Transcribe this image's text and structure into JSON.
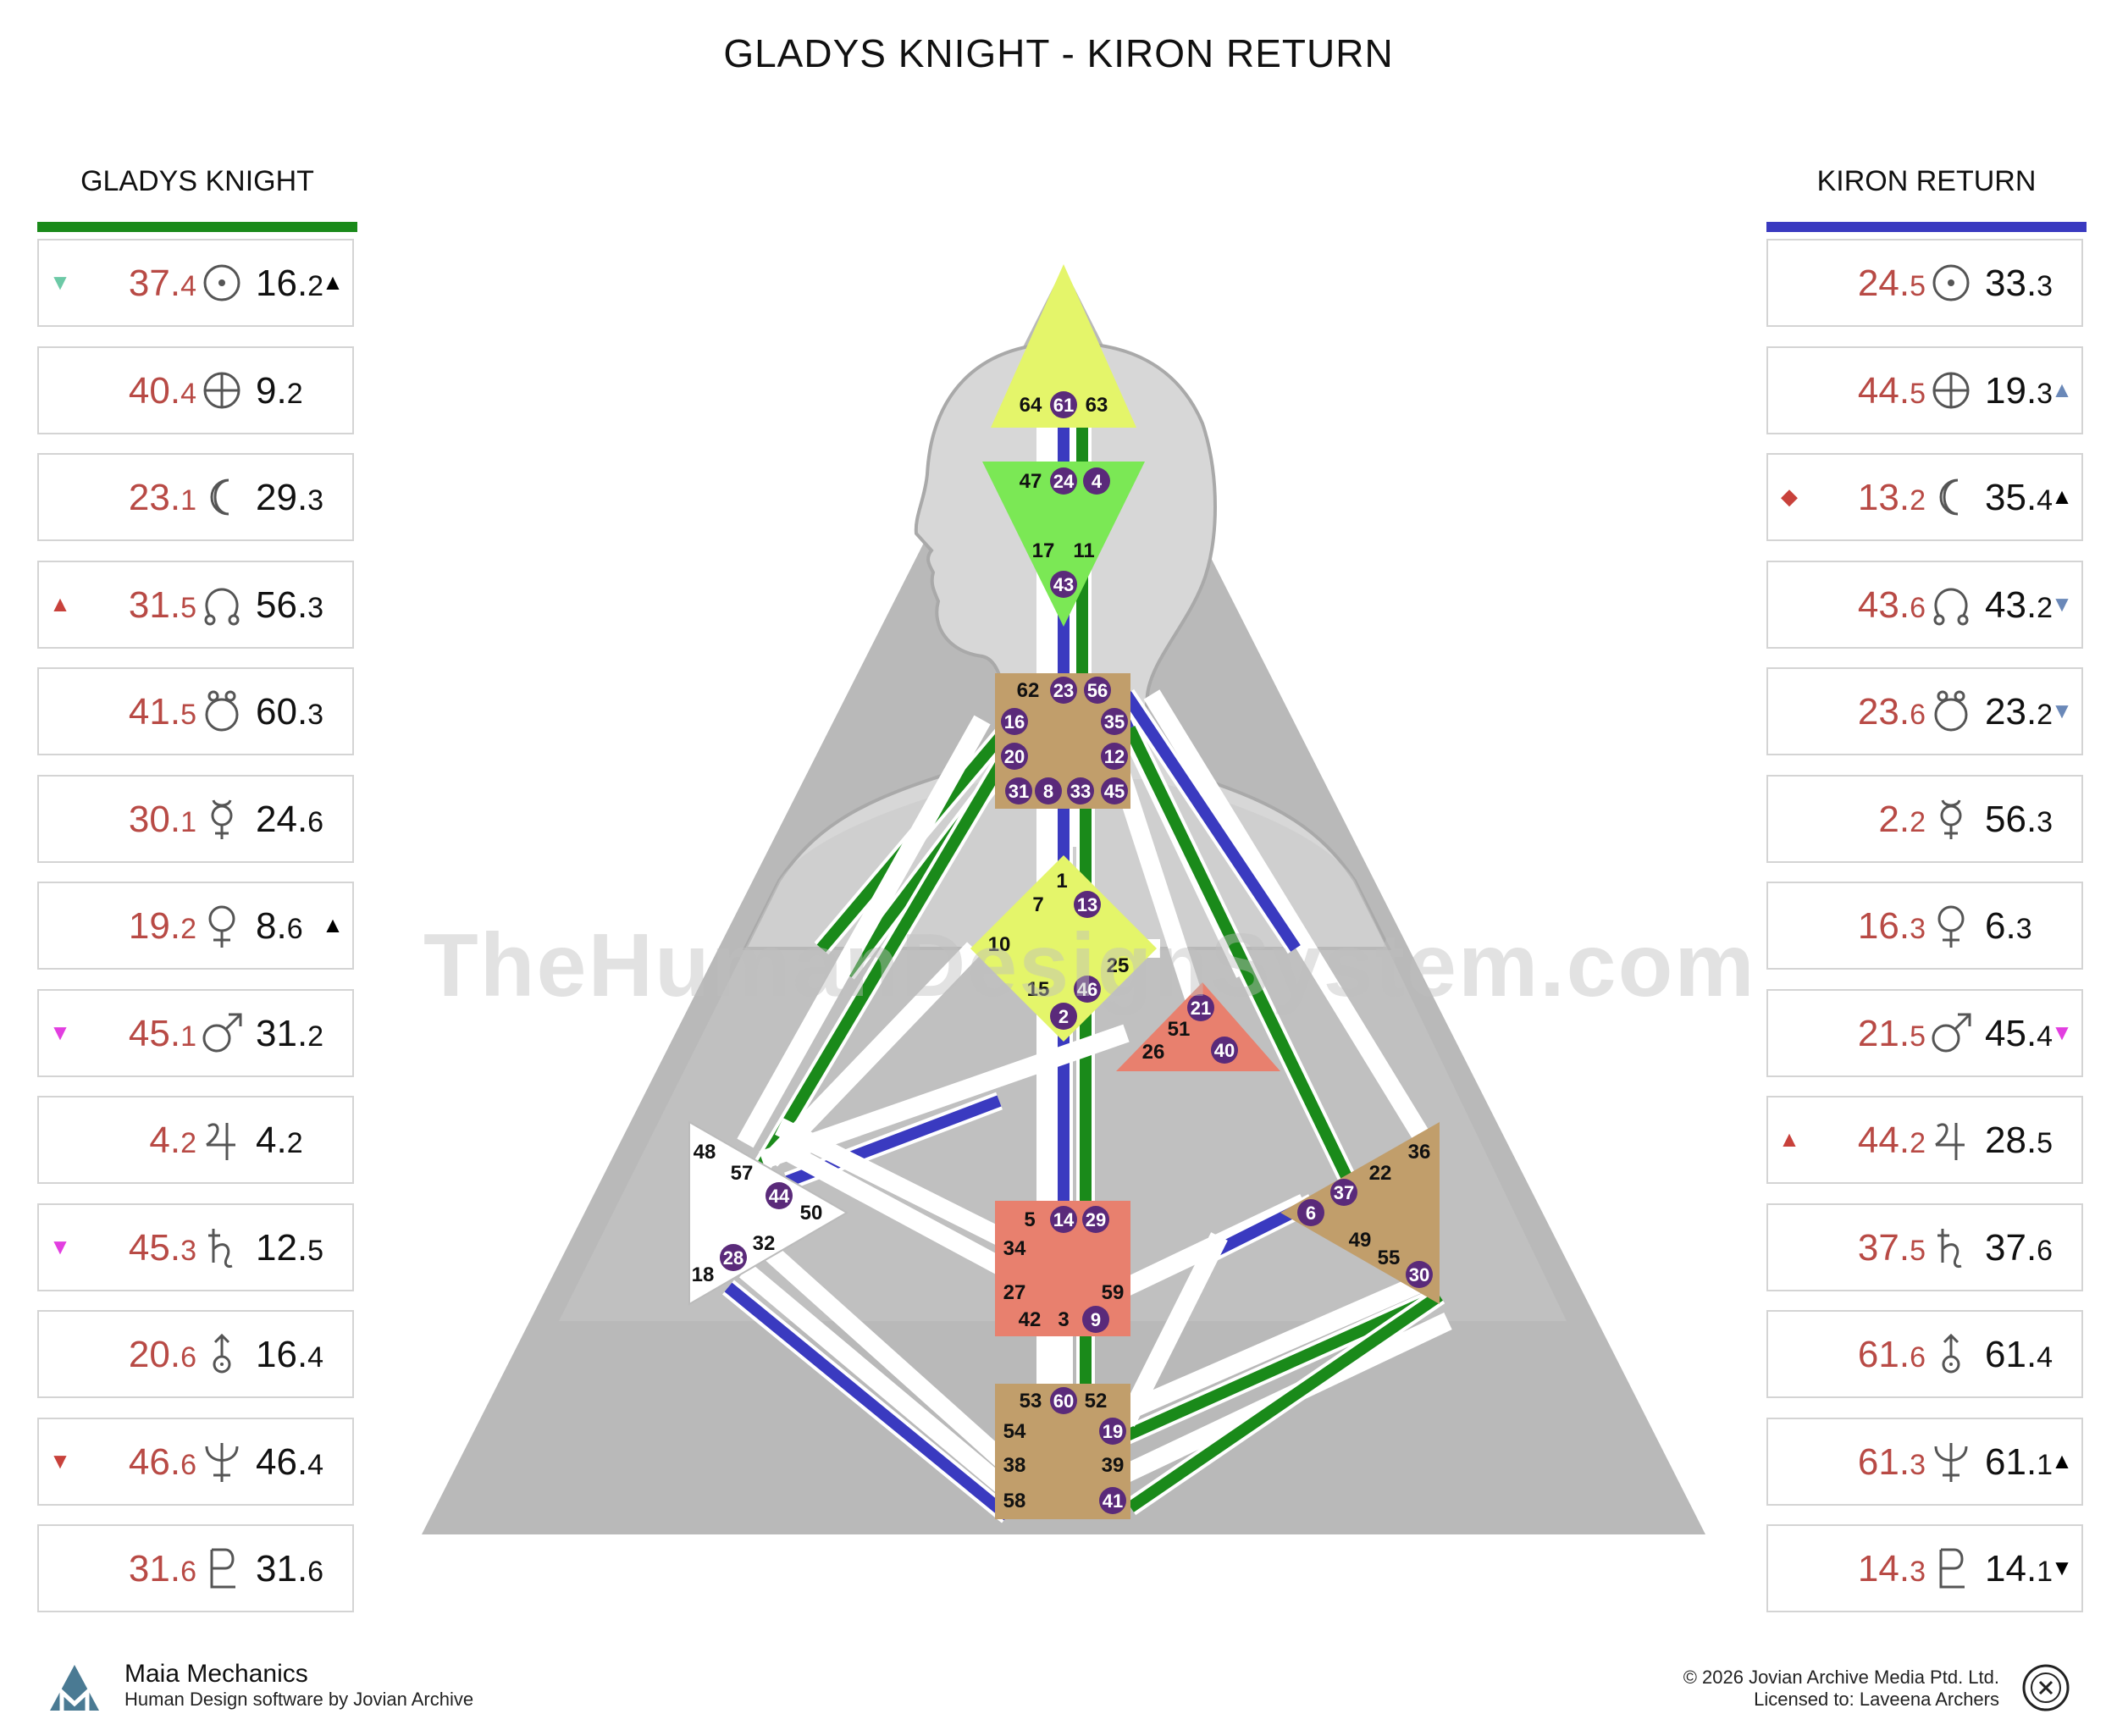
{
  "title": "GLADYS KNIGHT - KIRON RETURN",
  "watermark": "TheHumanDesignSystem.com",
  "left_column": {
    "name": "GLADYS KNIGHT",
    "color": "#1a8a1a",
    "rows": [
      {
        "planet": "sun",
        "left": "37.",
        "left_line": "4",
        "right": "16.",
        "right_line": "2",
        "left_mark": "▼",
        "left_mark_color": "#6cc9a6",
        "right_mark": "▲",
        "right_mark_color": "#000000"
      },
      {
        "planet": "earth",
        "left": "40.",
        "left_line": "4",
        "right": "9.",
        "right_line": "2",
        "left_mark": "",
        "left_mark_color": "",
        "right_mark": "",
        "right_mark_color": ""
      },
      {
        "planet": "moon",
        "left": "23.",
        "left_line": "1",
        "right": "29.",
        "right_line": "3",
        "left_mark": "",
        "left_mark_color": "",
        "right_mark": "",
        "right_mark_color": ""
      },
      {
        "planet": "north-node",
        "left": "31.",
        "left_line": "5",
        "right": "56.",
        "right_line": "3",
        "left_mark": "▲",
        "left_mark_color": "#c8413b",
        "right_mark": "",
        "right_mark_color": ""
      },
      {
        "planet": "south-node",
        "left": "41.",
        "left_line": "5",
        "right": "60.",
        "right_line": "3",
        "left_mark": "",
        "left_mark_color": "",
        "right_mark": "",
        "right_mark_color": ""
      },
      {
        "planet": "mercury",
        "left": "30.",
        "left_line": "1",
        "right": "24.",
        "right_line": "6",
        "left_mark": "",
        "left_mark_color": "",
        "right_mark": "",
        "right_mark_color": ""
      },
      {
        "planet": "venus",
        "left": "19.",
        "left_line": "2",
        "right": "8.",
        "right_line": "6",
        "left_mark": "",
        "left_mark_color": "",
        "right_mark": "▲",
        "right_mark_color": "#000000"
      },
      {
        "planet": "mars",
        "left": "45.",
        "left_line": "1",
        "right": "31.",
        "right_line": "2",
        "left_mark": "▼",
        "left_mark_color": "#e23ee0",
        "right_mark": "",
        "right_mark_color": ""
      },
      {
        "planet": "jupiter",
        "left": "4.",
        "left_line": "2",
        "right": "4.",
        "right_line": "2",
        "left_mark": "",
        "left_mark_color": "",
        "right_mark": "",
        "right_mark_color": ""
      },
      {
        "planet": "saturn",
        "left": "45.",
        "left_line": "3",
        "right": "12.",
        "right_line": "5",
        "left_mark": "▼",
        "left_mark_color": "#e23ee0",
        "right_mark": "",
        "right_mark_color": ""
      },
      {
        "planet": "uranus",
        "left": "20.",
        "left_line": "6",
        "right": "16.",
        "right_line": "4",
        "left_mark": "",
        "left_mark_color": "",
        "right_mark": "",
        "right_mark_color": ""
      },
      {
        "planet": "neptune",
        "left": "46.",
        "left_line": "6",
        "right": "46.",
        "right_line": "4",
        "left_mark": "▼",
        "left_mark_color": "#c8413b",
        "right_mark": "",
        "right_mark_color": ""
      },
      {
        "planet": "pluto",
        "left": "31.",
        "left_line": "6",
        "right": "31.",
        "right_line": "6",
        "left_mark": "",
        "left_mark_color": "",
        "right_mark": "",
        "right_mark_color": ""
      }
    ]
  },
  "right_column": {
    "name": "KIRON RETURN",
    "color": "#3a3ac0",
    "rows": [
      {
        "planet": "sun",
        "left": "24.",
        "left_line": "5",
        "right": "33.",
        "right_line": "3",
        "left_mark": "",
        "left_mark_color": "",
        "right_mark": "",
        "right_mark_color": ""
      },
      {
        "planet": "earth",
        "left": "44.",
        "left_line": "5",
        "right": "19.",
        "right_line": "3",
        "left_mark": "",
        "left_mark_color": "",
        "right_mark": "▲",
        "right_mark_color": "#6a88b8"
      },
      {
        "planet": "moon",
        "left": "13.",
        "left_line": "2",
        "right": "35.",
        "right_line": "4",
        "left_mark": "◆",
        "left_mark_color": "#c8413b",
        "right_mark": "▲",
        "right_mark_color": "#000000"
      },
      {
        "planet": "north-node",
        "left": "43.",
        "left_line": "6",
        "right": "43.",
        "right_line": "2",
        "left_mark": "",
        "left_mark_color": "",
        "right_mark": "▼",
        "right_mark_color": "#6a88b8"
      },
      {
        "planet": "south-node",
        "left": "23.",
        "left_line": "6",
        "right": "23.",
        "right_line": "2",
        "left_mark": "",
        "left_mark_color": "",
        "right_mark": "▼",
        "right_mark_color": "#6a88b8"
      },
      {
        "planet": "mercury",
        "left": "2.",
        "left_line": "2",
        "right": "56.",
        "right_line": "3",
        "left_mark": "",
        "left_mark_color": "",
        "right_mark": "",
        "right_mark_color": ""
      },
      {
        "planet": "venus",
        "left": "16.",
        "left_line": "3",
        "right": "6.",
        "right_line": "3",
        "left_mark": "",
        "left_mark_color": "",
        "right_mark": "",
        "right_mark_color": ""
      },
      {
        "planet": "mars",
        "left": "21.",
        "left_line": "5",
        "right": "45.",
        "right_line": "4",
        "left_mark": "",
        "left_mark_color": "",
        "right_mark": "▼",
        "right_mark_color": "#e23ee0"
      },
      {
        "planet": "jupiter",
        "left": "44.",
        "left_line": "2",
        "right": "28.",
        "right_line": "5",
        "left_mark": "▲",
        "left_mark_color": "#c8413b",
        "right_mark": "",
        "right_mark_color": ""
      },
      {
        "planet": "saturn",
        "left": "37.",
        "left_line": "5",
        "right": "37.",
        "right_line": "6",
        "left_mark": "",
        "left_mark_color": "",
        "right_mark": "",
        "right_mark_color": ""
      },
      {
        "planet": "uranus",
        "left": "61.",
        "left_line": "6",
        "right": "61.",
        "right_line": "4",
        "left_mark": "",
        "left_mark_color": "",
        "right_mark": "",
        "right_mark_color": ""
      },
      {
        "planet": "neptune",
        "left": "61.",
        "left_line": "3",
        "right": "61.",
        "right_line": "1",
        "left_mark": "",
        "left_mark_color": "",
        "right_mark": "▲",
        "right_mark_color": "#000000"
      },
      {
        "planet": "pluto",
        "left": "14.",
        "left_line": "3",
        "right": "14.",
        "right_line": "1",
        "left_mark": "",
        "left_mark_color": "",
        "right_mark": "▼",
        "right_mark_color": "#000000"
      }
    ]
  },
  "centers": {
    "head": {
      "gates": [
        "64",
        "61",
        "63"
      ],
      "color": "#e4f56a"
    },
    "ajna": {
      "gates": [
        "47",
        "24",
        "4",
        "17",
        "11",
        "43"
      ],
      "color": "#7be855"
    },
    "throat": {
      "gates": [
        "62",
        "23",
        "56",
        "16",
        "35",
        "20",
        "12",
        "31",
        "8",
        "33",
        "45"
      ],
      "color": "#c19e6b"
    },
    "g": {
      "gates": [
        "1",
        "7",
        "13",
        "10",
        "25",
        "15",
        "46",
        "2"
      ],
      "color": "#e4f56a"
    },
    "ego": {
      "gates": [
        "21",
        "51",
        "26",
        "40"
      ],
      "color": "#e8806e"
    },
    "spleen": {
      "gates": [
        "48",
        "57",
        "44",
        "50",
        "32",
        "28",
        "18"
      ],
      "color": "#ffffff"
    },
    "sacral": {
      "gates": [
        "5",
        "14",
        "29",
        "34",
        "27",
        "59",
        "42",
        "3",
        "9"
      ],
      "color": "#e8806e"
    },
    "solar_plexus": {
      "gates": [
        "36",
        "22",
        "37",
        "6",
        "49",
        "55",
        "30"
      ],
      "color": "#c19e6b"
    },
    "root": {
      "gates": [
        "53",
        "60",
        "52",
        "54",
        "19",
        "38",
        "39",
        "58",
        "41"
      ],
      "color": "#c19e6b"
    }
  },
  "highlighted_gates": [
    "61",
    "24",
    "4",
    "43",
    "23",
    "56",
    "16",
    "35",
    "20",
    "12",
    "31",
    "8",
    "33",
    "45",
    "13",
    "46",
    "2",
    "21",
    "40",
    "44",
    "28",
    "14",
    "29",
    "9",
    "37",
    "6",
    "30",
    "60",
    "19",
    "41"
  ],
  "footer": {
    "brand": "Maia Mechanics",
    "brand_sub": "Human Design software by Jovian Archive",
    "copyright": "© 2026 Jovian Archive Media Ptd. Ltd.",
    "licensed": "Licensed to: Laveena Archers"
  }
}
